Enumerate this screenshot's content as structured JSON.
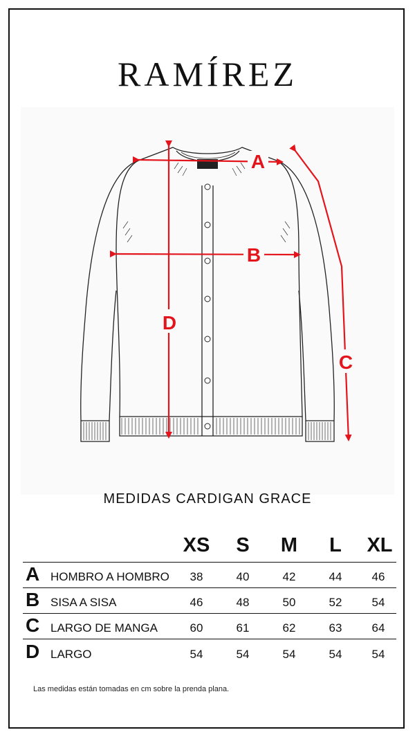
{
  "brand": "RAMÍREZ",
  "subtitle": "MEDIDAS CARDIGAN GRACE",
  "diagram_labels": {
    "a": "A",
    "b": "B",
    "c": "C",
    "d": "D"
  },
  "table": {
    "sizes": [
      "XS",
      "S",
      "M",
      "L",
      "XL"
    ],
    "rows": [
      {
        "letter": "A",
        "label": "HOMBRO A HOMBRO",
        "values": [
          "38",
          "40",
          "42",
          "44",
          "46"
        ]
      },
      {
        "letter": "B",
        "label": "SISA A SISA",
        "values": [
          "46",
          "48",
          "50",
          "52",
          "54"
        ]
      },
      {
        "letter": "C",
        "label": "LARGO DE MANGA",
        "values": [
          "60",
          "61",
          "62",
          "63",
          "64"
        ]
      },
      {
        "letter": "D",
        "label": "LARGO",
        "values": [
          "54",
          "54",
          "54",
          "54",
          "54"
        ]
      }
    ]
  },
  "note": "Las medidas están tomadas en cm sobre la prenda plana.",
  "colors": {
    "accent": "#e3141b",
    "ink": "#111111"
  }
}
